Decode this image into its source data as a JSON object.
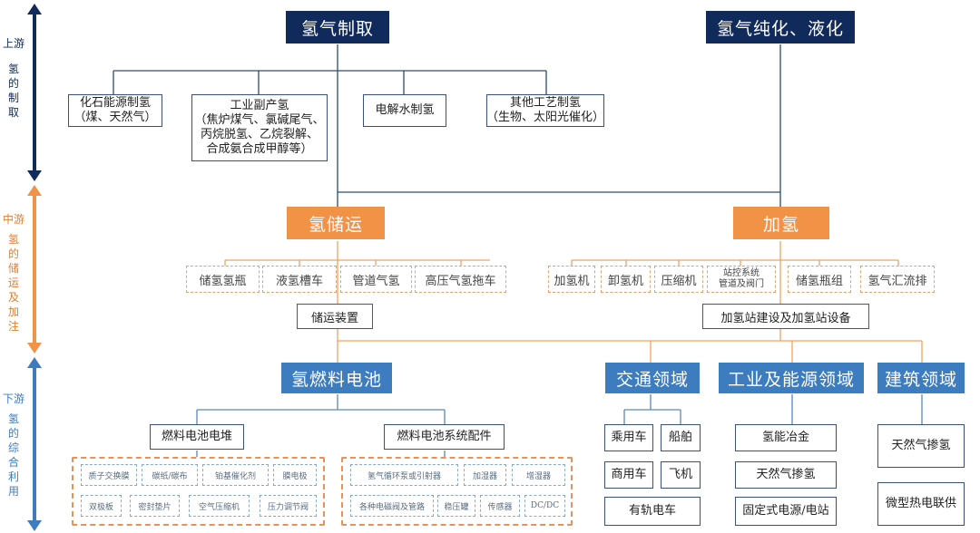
{
  "colors": {
    "upstream": "#102a5c",
    "midstream": "#f29247",
    "downstream": "#3d7cbf"
  },
  "side": {
    "upstream": {
      "title": "上游",
      "chars": [
        "氢",
        "的",
        "制",
        "取"
      ]
    },
    "midstream": {
      "title": "中游",
      "chars": [
        "氢",
        "的",
        "储",
        "运",
        "及",
        "加",
        "注"
      ]
    },
    "downstream": {
      "title": "下游",
      "chars": [
        "氢",
        "的",
        "综",
        "合",
        "利",
        "用"
      ]
    }
  },
  "upstream": {
    "production": "氢气制取",
    "purification": "氢气纯化、液化",
    "sources": [
      {
        "lines": [
          "化石能源制氢",
          "（煤、天然气）"
        ]
      },
      {
        "lines": [
          "工业副产氢",
          "（焦炉煤气、氯碱尾气、",
          "丙烷脱氢、乙烷裂解、",
          "合成氨合成甲醇等）"
        ]
      },
      {
        "lines": [
          "电解水制氢"
        ]
      },
      {
        "lines": [
          "其他工艺制氢",
          "（生物、太阳光催化）"
        ]
      }
    ]
  },
  "midstream": {
    "storage": {
      "title": "氢储运",
      "items": [
        "储氢氢瓶",
        "液氢槽车",
        "管道气氢",
        "高压气氢拖车"
      ],
      "equipment": "储运装置"
    },
    "refuel": {
      "title": "加氢",
      "items": [
        {
          "lines": [
            "加氢机"
          ]
        },
        {
          "lines": [
            "卸氢机"
          ]
        },
        {
          "lines": [
            "压缩机"
          ]
        },
        {
          "lines": [
            "站控系统",
            "管道及阀门"
          ]
        },
        {
          "lines": [
            "储氢瓶组"
          ]
        },
        {
          "lines": [
            "氢气汇流排"
          ]
        }
      ],
      "equipment": "加氢站建设及加氢站设备"
    }
  },
  "downstream": {
    "fuel_cell": {
      "title": "氢燃料电池",
      "stack": {
        "title": "燃料电池电堆",
        "parts": [
          "质子交换膜",
          "碳纸/碳布",
          "铂基催化剂",
          "膜电极",
          "双极板",
          "密封垫片",
          "空气压缩机",
          "压力调节阀"
        ]
      },
      "system": {
        "title": "燃料电池系统配件",
        "parts": [
          "氢气循环泵或引射器",
          "加湿器",
          "增湿器",
          "各种电磁阀及管路",
          "稳压罐",
          "传感器",
          "DC/DC"
        ]
      }
    },
    "transport": {
      "title": "交通领域",
      "items": [
        "乘用车",
        "船舶",
        "商用车",
        "飞机",
        "有轨电车"
      ]
    },
    "industry": {
      "title": "工业及能源领域",
      "items": [
        "氢能冶金",
        "天然气掺氢",
        "固定式电源/电站"
      ]
    },
    "building": {
      "title": "建筑领域",
      "items": [
        "天然气掺氢",
        "微型热电联供"
      ]
    }
  }
}
